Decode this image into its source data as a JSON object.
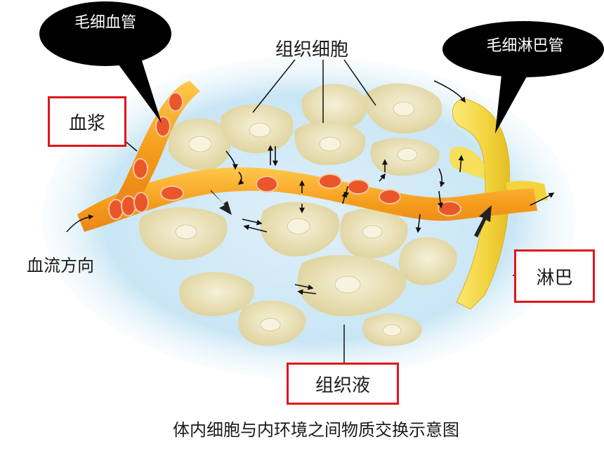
{
  "labels": {
    "capillary": "毛细血管",
    "lymph_capillary": "毛细淋巴管",
    "tissue_cells": "组织细胞",
    "plasma": "血浆",
    "blood_flow": "血流方向",
    "lymph": "淋巴",
    "tissue_fluid": "组织液",
    "caption": "体内细胞与内环境之间物质交换示意图"
  },
  "colors": {
    "tissue_fluid_bg": "#c9e6f5",
    "cell_fill": "#efe7c2",
    "cell_nucleus": "#f7f3df",
    "capillary": "#f5a21f",
    "red_cell": "#e8562a",
    "lymph_vessel": "#f3d84a",
    "label_box": "#e0161c",
    "bubble": "#000000"
  },
  "icons": [
    "capillary-bubble-icon",
    "lymph-bubble-icon",
    "exchange-arrow-icon",
    "flow-arrow-icon"
  ]
}
